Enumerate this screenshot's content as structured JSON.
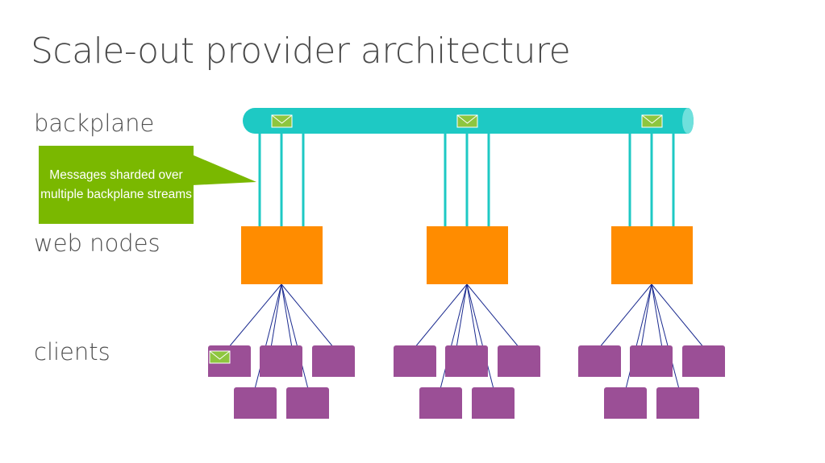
{
  "title": "Scale-out provider architecture",
  "labels": {
    "backplane": "backplane",
    "web_nodes": "web nodes",
    "clients": "clients"
  },
  "callout": {
    "text": "Messages sharded over multiple backplane streams"
  },
  "colors": {
    "backplane": "#1ec9c4",
    "web_node": "#ff8c00",
    "client": "#9b4f96",
    "callout": "#7ab800",
    "connection_line": "#1a2a8f",
    "message_icon": "#8ec63f"
  },
  "icons": {
    "message": "envelope-icon"
  }
}
